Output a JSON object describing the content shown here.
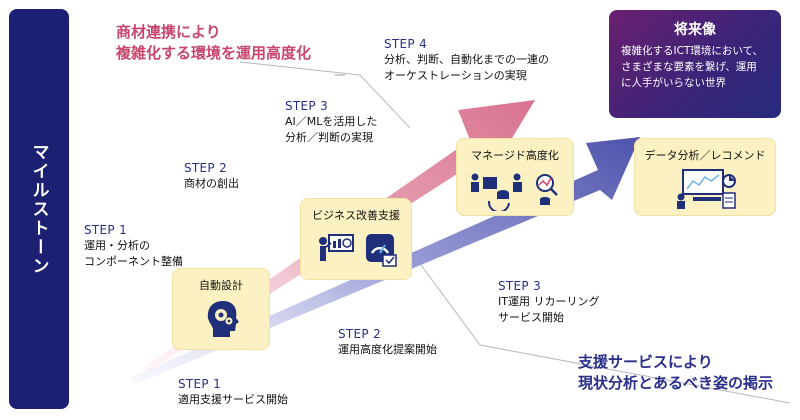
{
  "sidebar": {
    "label": "マイルストーン"
  },
  "headings": {
    "top": "商材連携により\n複雑化する環境を運用高度化",
    "bottom": "支援サービスにより\n現状分析とあるべき姿の掲示"
  },
  "upper_steps": [
    {
      "step": "STEP 1",
      "text": "運用・分析の\nコンポーネント整備"
    },
    {
      "step": "STEP 2",
      "text": "商材の創出"
    },
    {
      "step": "STEP 3",
      "text": "AI／MLを活用した\n分析／判断の実現"
    },
    {
      "step": "STEP 4",
      "text": "分析、判断、自動化までの一連の\nオーケストレーションの実現"
    }
  ],
  "lower_steps": [
    {
      "step": "STEP 1",
      "text": "適用支援サービス開始"
    },
    {
      "step": "STEP 2",
      "text": "運用高度化提案開始"
    },
    {
      "step": "STEP 3",
      "text": "IT運用 リカーリング\nサービス開始"
    }
  ],
  "boxes": {
    "auto_design": "自動設計",
    "business": "ビジネス改善支援",
    "managed": "マネージド高度化",
    "data_analysis": "データ分析／レコメンド"
  },
  "future": {
    "title": "将来像",
    "desc": "複雑化するICT環境において、\nさまざまな要素を繋げ、運用\nに人手がいらない世界"
  },
  "colors": {
    "sidebar": "#1c2073",
    "upper_arrow": "#d98aa0",
    "lower_arrow": "#5a5fb5",
    "box": "#fbf1c2",
    "future_gradient": [
      "#6b1f6f",
      "#262a7e"
    ]
  }
}
